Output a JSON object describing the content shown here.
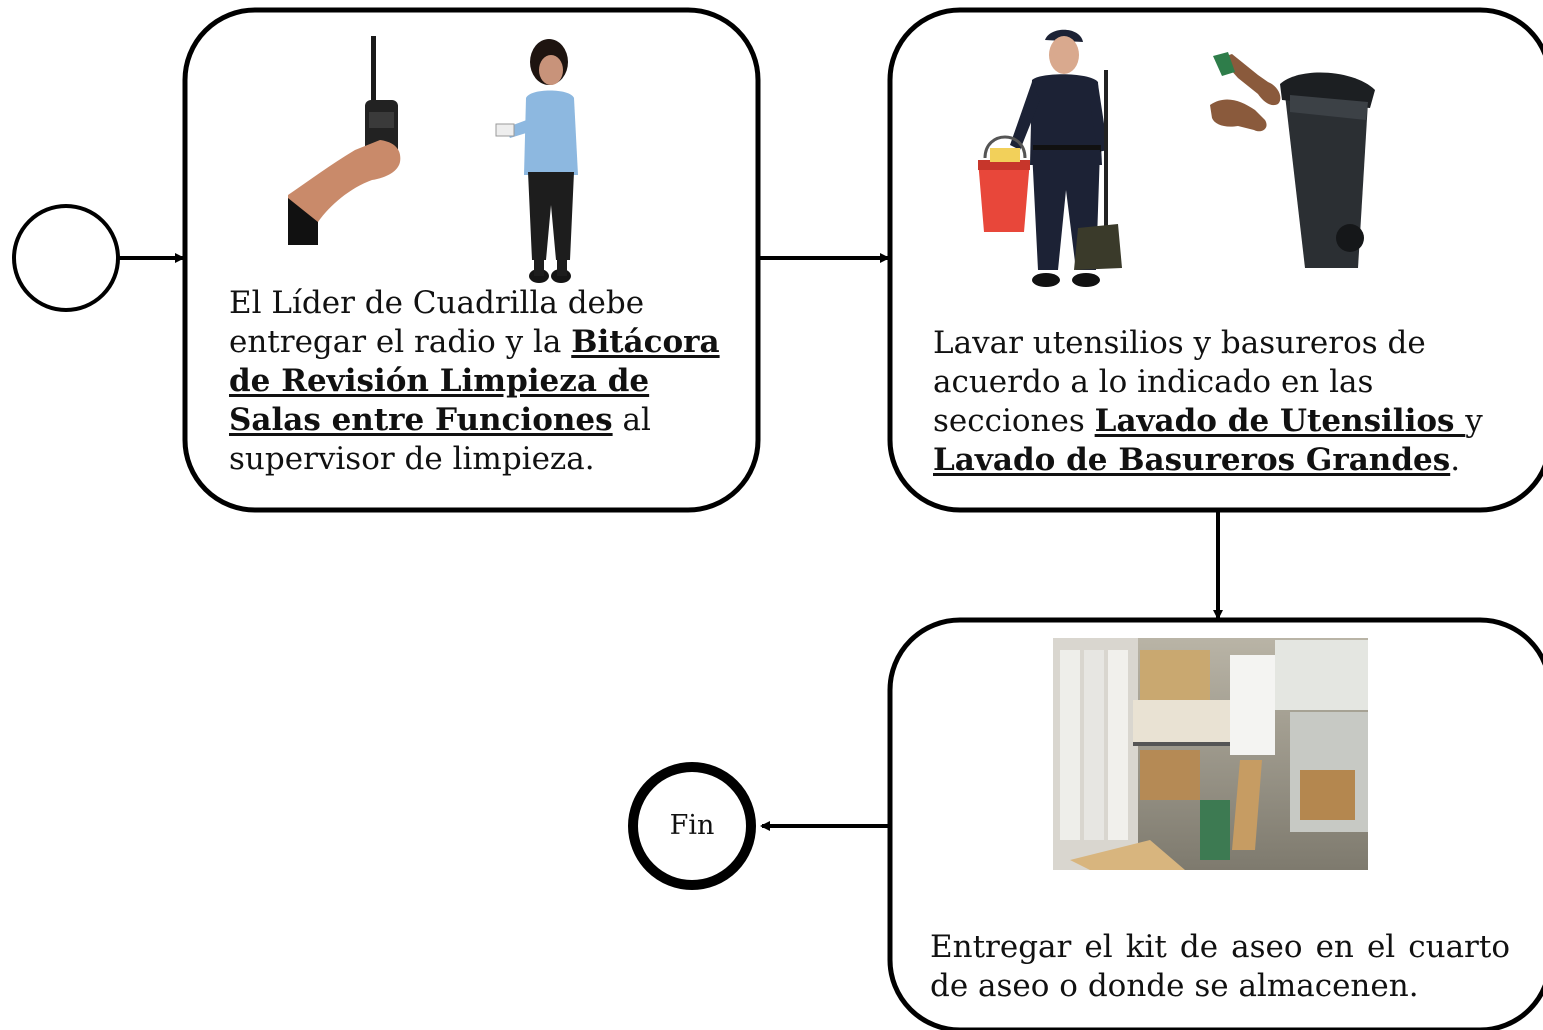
{
  "diagram": {
    "type": "flowchart",
    "start": {
      "label": ""
    },
    "steps": [
      {
        "id": "step-1",
        "pictures": [
          "hand-holding-radio",
          "supervisor-with-clipboard"
        ],
        "text_parts": [
          {
            "text": "El Líder de Cuadrilla debe entregar el radio y la ",
            "emphasis": false
          },
          {
            "text": "Bitácora de Revisión Limpieza de Salas entre Funciones",
            "emphasis": true
          },
          {
            "text": " al supervisor de limpieza.",
            "emphasis": false
          }
        ]
      },
      {
        "id": "step-2",
        "pictures": [
          "janitor-with-bucket-and-dustpan",
          "hand-opening-trash-bin"
        ],
        "text_parts": [
          {
            "text": "Lavar utensilios y basureros de acuerdo a lo indicado en las secciones  ",
            "emphasis": false
          },
          {
            "text": "Lavado de Utensilios ",
            "emphasis": true
          },
          {
            "text": "y ",
            "emphasis": false
          },
          {
            "text": "Lavado de Basureros Grandes",
            "emphasis": true
          },
          {
            "text": ".",
            "emphasis": false
          }
        ]
      },
      {
        "id": "step-3",
        "pictures": [
          "cleaning-storage-room-photo"
        ],
        "text_parts": [
          {
            "text": "Entregar el kit de aseo en el cuarto de aseo o donde se almacenen.",
            "emphasis": false
          }
        ]
      }
    ],
    "end": {
      "label": "Fin"
    },
    "edges": [
      {
        "from": "start",
        "to": "step-1"
      },
      {
        "from": "step-1",
        "to": "step-2"
      },
      {
        "from": "step-2",
        "to": "step-3"
      },
      {
        "from": "step-3",
        "to": "end"
      }
    ],
    "colors": {
      "stroke": "#000000",
      "text": "#111111",
      "background": "#ffffff"
    }
  }
}
